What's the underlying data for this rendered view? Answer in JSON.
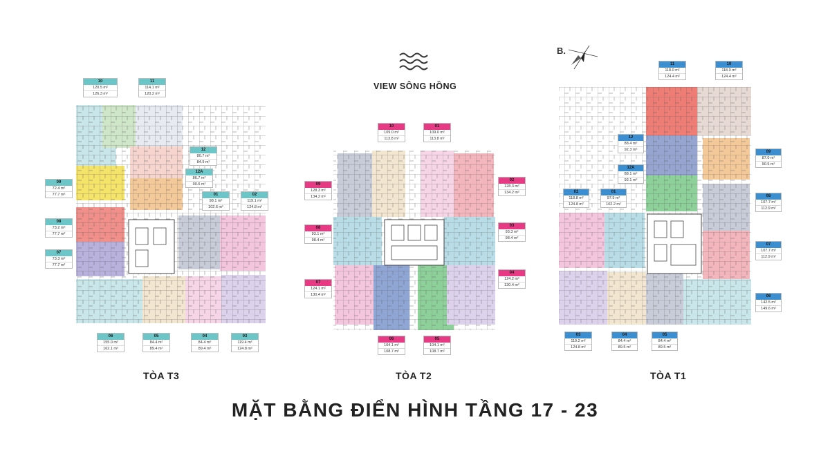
{
  "title": "MẶT BẰNG ĐIỂN HÌNH TẦNG 17 - 23",
  "view_label": "VIEW SÔNG HỒNG",
  "compass_label": "B.",
  "colors": {
    "t3_header": "#6cc6c8",
    "t2_header": "#e73a85",
    "t1_header": "#3b8fd0"
  },
  "towers": {
    "t3": {
      "name": "TÒA T3",
      "units": [
        {
          "id": "10",
          "a": "120.5 m²",
          "b": "126.3 m²"
        },
        {
          "id": "11",
          "a": "114.1 m²",
          "b": "120.2 m²"
        },
        {
          "id": "12",
          "a": "80.7 m²",
          "b": "84.9 m²"
        },
        {
          "id": "12A",
          "a": "86.7 m²",
          "b": "90.6 m²"
        },
        {
          "id": "09",
          "a": "72.4 m²",
          "b": "77.7 m²"
        },
        {
          "id": "01",
          "a": "98.1 m²",
          "b": "102.6 m²"
        },
        {
          "id": "02",
          "a": "119.1 m²",
          "b": "124.8 m²"
        },
        {
          "id": "08",
          "a": "73.2 m²",
          "b": "77.7 m²"
        },
        {
          "id": "07",
          "a": "73.3 m²",
          "b": "77.7 m²"
        },
        {
          "id": "06",
          "a": "155.0 m²",
          "b": "162.1 m²"
        },
        {
          "id": "05",
          "a": "84.4 m²",
          "b": "89.4 m²"
        },
        {
          "id": "04",
          "a": "84.4 m²",
          "b": "89.4 m²"
        },
        {
          "id": "03",
          "a": "119.4 m²",
          "b": "124.8 m²"
        }
      ]
    },
    "t2": {
      "name": "TÒA T2",
      "units": [
        {
          "id": "10",
          "a": "109.0 m²",
          "b": "113.8 m²"
        },
        {
          "id": "01",
          "a": "109.0 m²",
          "b": "113.8 m²"
        },
        {
          "id": "09",
          "a": "128.3 m²",
          "b": "134.2 m²"
        },
        {
          "id": "02",
          "a": "128.3 m²",
          "b": "134.2 m²"
        },
        {
          "id": "08",
          "a": "93.1 m²",
          "b": "98.4 m²"
        },
        {
          "id": "03",
          "a": "93.3 m²",
          "b": "98.4 m²"
        },
        {
          "id": "07",
          "a": "124.1 m²",
          "b": "130.4 m²"
        },
        {
          "id": "04",
          "a": "124.2 m²",
          "b": "130.4 m²"
        },
        {
          "id": "06",
          "a": "104.1 m²",
          "b": "108.7 m²"
        },
        {
          "id": "05",
          "a": "104.1 m²",
          "b": "108.7 m²"
        }
      ]
    },
    "t1": {
      "name": "TÒA T1",
      "units": [
        {
          "id": "11",
          "a": "118.0 m²",
          "b": "124.4 m²"
        },
        {
          "id": "10",
          "a": "118.0 m²",
          "b": "124.4 m²"
        },
        {
          "id": "12",
          "a": "88.4 m²",
          "b": "92.3 m²"
        },
        {
          "id": "09",
          "a": "87.0 m²",
          "b": "90.5 m²"
        },
        {
          "id": "12A",
          "a": "88.1 m²",
          "b": "92.1 m²"
        },
        {
          "id": "02",
          "a": "118.8 m²",
          "b": "124.8 m²"
        },
        {
          "id": "01",
          "a": "97.5 m²",
          "b": "102.2 m²"
        },
        {
          "id": "08",
          "a": "107.7 m²",
          "b": "112.9 m²"
        },
        {
          "id": "07",
          "a": "107.7 m²",
          "b": "112.9 m²"
        },
        {
          "id": "06",
          "a": "142.5 m²",
          "b": "149.6 m²"
        },
        {
          "id": "03",
          "a": "119.2 m²",
          "b": "124.8 m²"
        },
        {
          "id": "04",
          "a": "84.4 m²",
          "b": "89.5 m²"
        },
        {
          "id": "05",
          "a": "84.4 m²",
          "b": "89.5 m²"
        }
      ]
    }
  }
}
